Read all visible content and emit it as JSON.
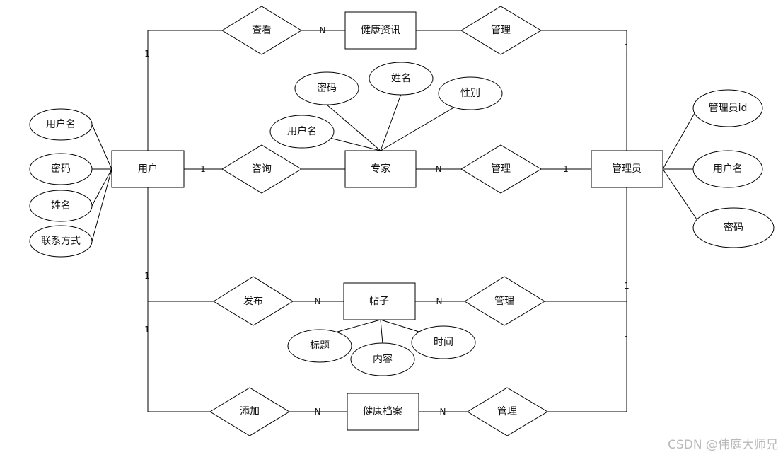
{
  "diagram": {
    "entities": {
      "user": "用户",
      "news": "健康资讯",
      "expert": "专家",
      "admin": "管理员",
      "post": "帖子",
      "record": "健康档案"
    },
    "relations": {
      "view": "查看",
      "manage_news": "管理",
      "consult": "咨询",
      "manage_expert": "管理",
      "publish": "发布",
      "manage_post": "管理",
      "add": "添加",
      "manage_record": "管理"
    },
    "attributes": {
      "user_username": "用户名",
      "user_password": "密码",
      "user_name": "姓名",
      "user_contact": "联系方式",
      "expert_password": "密码",
      "expert_name": "姓名",
      "expert_gender": "性别",
      "expert_username": "用户名",
      "admin_id": "管理员id",
      "admin_username": "用户名",
      "admin_password": "密码",
      "post_title": "标题",
      "post_content": "内容",
      "post_time": "时间"
    },
    "cardinalities": {
      "user_view": "1",
      "view_news": "N",
      "admin_news": "1",
      "user_consult": "1",
      "expert_manage": "N",
      "manage_admin": "1",
      "user_publish": "1",
      "publish_post": "N",
      "post_manage": "N",
      "admin_post": "1",
      "user_add": "1",
      "add_record": "N",
      "record_manage": "N",
      "admin_record": "1"
    }
  },
  "watermark": "CSDN @伟庭大师兄"
}
